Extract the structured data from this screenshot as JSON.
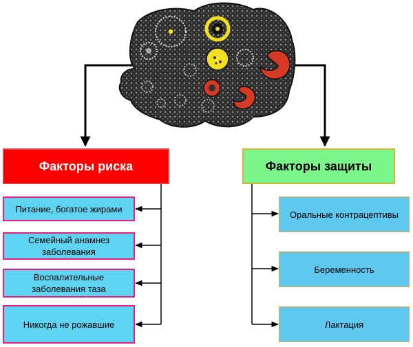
{
  "risk": {
    "title": "Факторы риска",
    "items": [
      "Питание, богатое жирами",
      "Семейный анамнез заболевания",
      "Воспалительные заболевания таза",
      "Никогда не рожавшие"
    ]
  },
  "protection": {
    "title": "Факторы защиты",
    "items": [
      "Оральные контрацептивы",
      "Беременность",
      "Лактация"
    ]
  },
  "colors": {
    "risk_header": "#ff0000",
    "protect_header": "#7cf58a",
    "item_fill": "#5ed3f2",
    "risk_item_border": "#f01a78",
    "protect_item_border": "#e3a43c",
    "follicle_yellow": "#f2e022",
    "follicle_red": "#d63a24"
  }
}
